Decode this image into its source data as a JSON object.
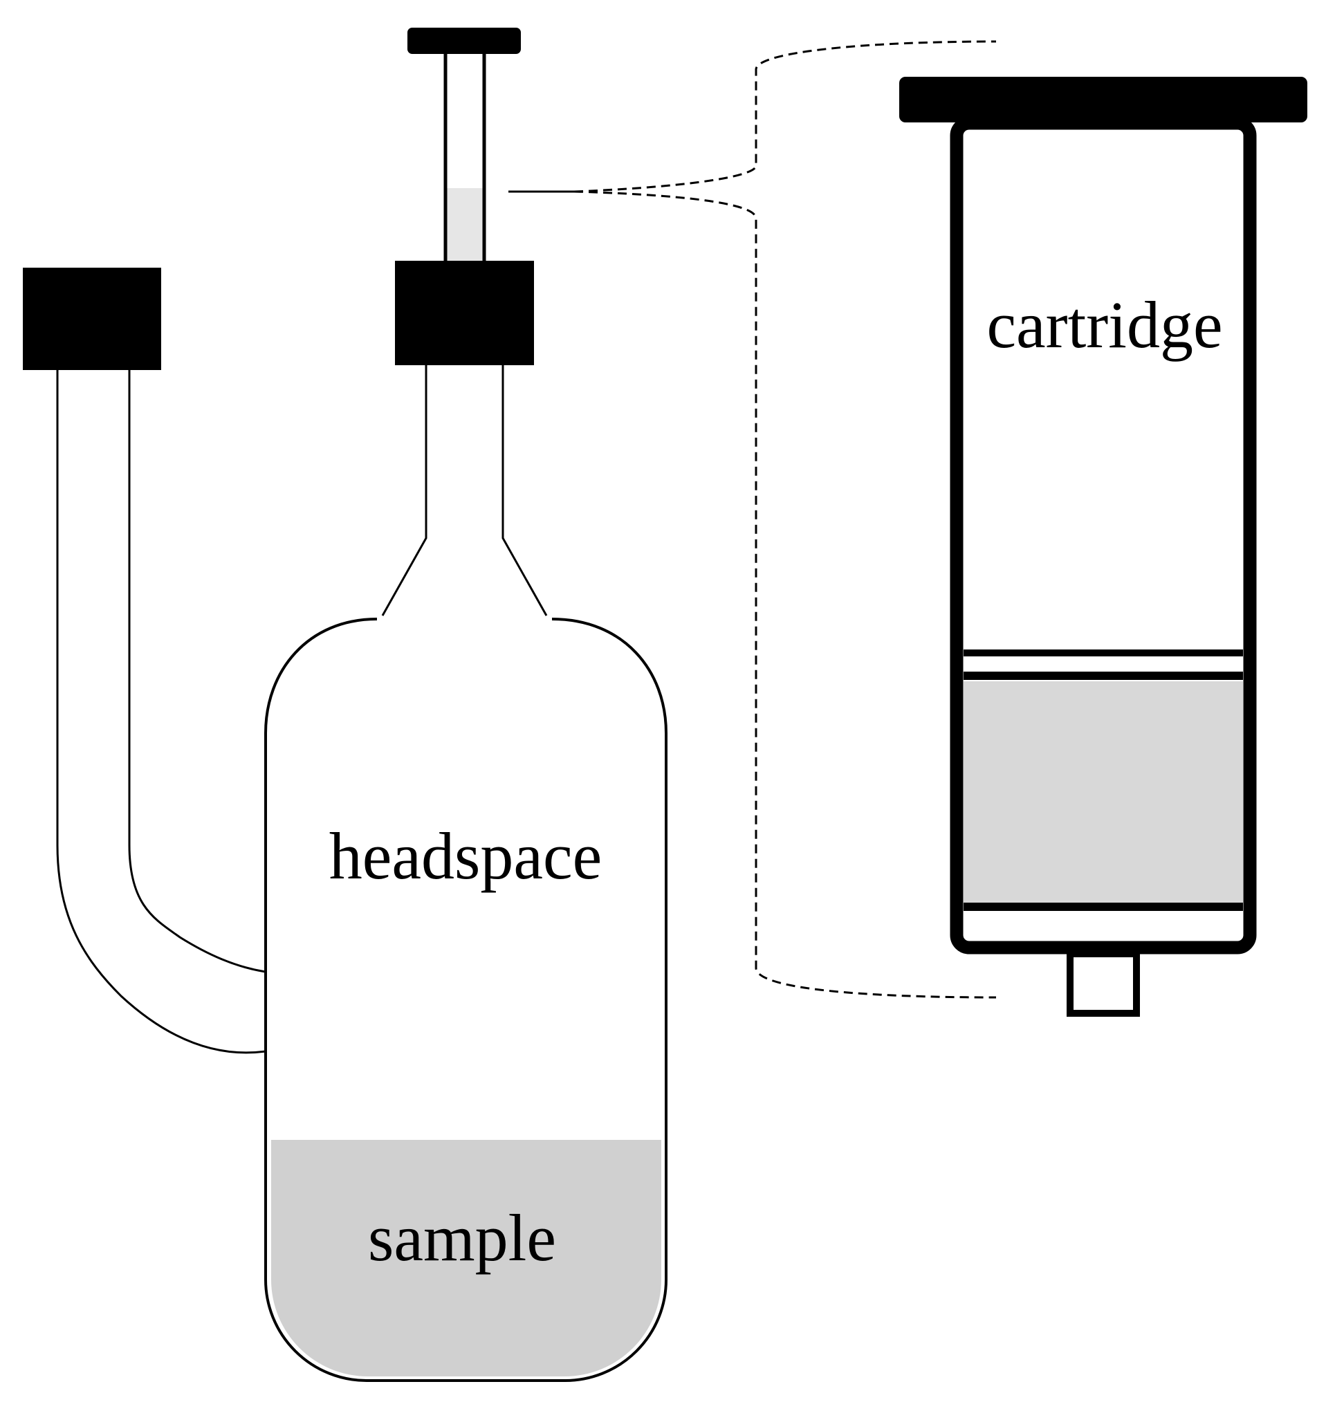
{
  "labels": {
    "headspace": "headspace",
    "sample": "sample",
    "cartridge": "cartridge"
  },
  "colors": {
    "line": "#000000",
    "sample_fill": "#d0d0d0",
    "sorbent_fill": "#d8d8d8",
    "cartridge_tip_fill": "#e6e6e6",
    "background": "#ffffff"
  }
}
